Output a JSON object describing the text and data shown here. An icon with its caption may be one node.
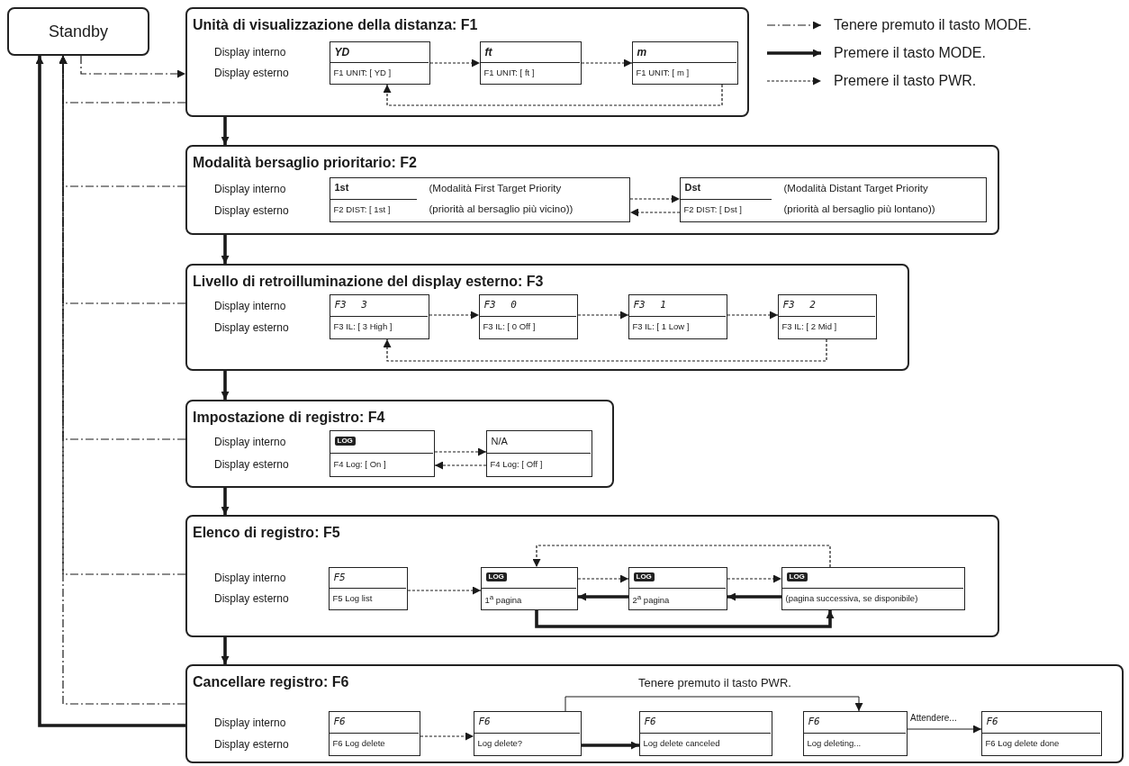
{
  "diagram": {
    "nodes": [
      {
        "text": [
          "Standby"
        ]
      },
      {
        "text": [
          "Unità di visualizzazione della distanza: F1",
          "Display interno",
          "Display esterno"
        ]
      },
      {
        "text": [
          "YD",
          "F1 UNIT: [ YD ]"
        ],
        "in": 1
      },
      {
        "text": [
          "ft",
          "F1 UNIT: [ ft ]"
        ],
        "in": 1
      },
      {
        "text": [
          "m",
          "F1 UNIT: [ m ]"
        ],
        "in": 1
      },
      {
        "text": [
          "Modalità bersaglio prioritario: F2",
          "Display interno",
          "Display esterno"
        ]
      },
      {
        "text": [
          "1st",
          "F2 DIST: [ 1st ]",
          "(Modalità First Target Priority",
          "(priorità al bersaglio più vicino))"
        ],
        "in": 5
      },
      {
        "text": [
          "Dst",
          "F2 DIST: [ Dst ]",
          "(Modalità Distant Target Priority",
          "(priorità al bersaglio più lontano))"
        ],
        "in": 5
      },
      {
        "text": [
          "Livello di retroilluminazione del display esterno: F3",
          "Display interno",
          "Display esterno"
        ]
      },
      {
        "text": [
          "F3 3",
          "F3 IL: [ 3 High ]"
        ],
        "in": 8
      },
      {
        "text": [
          "F3 0",
          "F3 IL: [ 0 Off ]"
        ],
        "in": 8
      },
      {
        "text": [
          "F3 1",
          "F3 IL: [ 1 Low ]"
        ],
        "in": 8
      },
      {
        "text": [
          "F3 2",
          "F3 IL: [ 2 Mid ]"
        ],
        "in": 8
      },
      {
        "text": [
          "Impostazione di registro: F4",
          "Display interno",
          "Display esterno"
        ]
      },
      {
        "text": [
          "LOG",
          "F4 Log: [ On ]"
        ],
        "in": 13
      },
      {
        "text": [
          "N/A",
          "F4 Log: [ Off ]"
        ],
        "in": 13
      },
      {
        "text": [
          "Elenco di registro: F5",
          "Display interno",
          "Display esterno"
        ]
      },
      {
        "text": [
          "F5",
          "F5 Log list"
        ],
        "in": 16
      },
      {
        "text": [
          "LOG",
          "1$^{a}$ pagina"
        ],
        "in": 16
      },
      {
        "text": [
          "LOG",
          "2$^{a}$ pagina"
        ],
        "in": 16
      },
      {
        "text": [
          "LOG",
          "(pagina successiva, se disponibile)"
        ],
        "in": 16
      },
      {
        "text": [
          "Cancellare registro: F6",
          "Display interno",
          "Display esterno"
        ]
      },
      {
        "text": [
          "F6",
          "F6 Log delete"
        ],
        "in": 21
      },
      {
        "text": [
          "F6",
          "Log delete?"
        ],
        "in": 21
      },
      {
        "text": [
          "F6",
          "Log delete canceled"
        ],
        "in": 21
      },
      {
        "text": [
          "F6",
          "Log deleting..."
        ],
        "in": 21
      },
      {
        "text": [
          "F6",
          "F6 Log delete done"
        ],
        "in": 21
      }
    ],
    "edges": [
      {
        "from": 0,
        "to": 1,
        "arrow": "to",
        "style": "dashed"
      },
      {
        "from": 1,
        "to": 0,
        "arrow": "to",
        "style": "dashed"
      },
      {
        "from": 1,
        "to": 5,
        "arrow": "to",
        "style": "thick"
      },
      {
        "from": 2,
        "to": 3,
        "arrow": "to",
        "style": "dashed"
      },
      {
        "from": 3,
        "to": 4,
        "arrow": "to",
        "style": "dashed"
      },
      {
        "from": 4,
        "to": 2,
        "arrow": "to",
        "style": "dashed"
      },
      {
        "from": 5,
        "to": 0,
        "arrow": "to",
        "style": "dashed"
      },
      {
        "from": 5,
        "to": 8,
        "arrow": "to",
        "style": "thick"
      },
      {
        "from": 6,
        "to": 7,
        "arrow": "to",
        "style": "dashed"
      },
      {
        "from": 7,
        "to": 6,
        "arrow": "to",
        "style": "dashed"
      },
      {
        "from": 8,
        "to": 0,
        "arrow": "to",
        "style": "dashed"
      },
      {
        "from": 8,
        "to": 13,
        "arrow": "to",
        "style": "thick"
      },
      {
        "from": 9,
        "to": 10,
        "arrow": "to",
        "style": "dashed"
      },
      {
        "from": 10,
        "to": 11,
        "arrow": "to",
        "style": "dashed"
      },
      {
        "from": 11,
        "to": 12,
        "arrow": "to",
        "style": "dashed"
      },
      {
        "from": 12,
        "to": 9,
        "arrow": "to",
        "style": "dashed"
      },
      {
        "from": 13,
        "to": 0,
        "arrow": "to",
        "style": "dashed"
      },
      {
        "from": 13,
        "to": 16,
        "arrow": "to",
        "style": "thick"
      },
      {
        "from": 14,
        "to": 15,
        "arrow": "to",
        "style": "dashed"
      },
      {
        "from": 15,
        "to": 14,
        "arrow": "to",
        "style": "dashed"
      },
      {
        "from": 16,
        "to": 0,
        "arrow": "to",
        "style": "dashed"
      },
      {
        "from": 16,
        "to": 21,
        "arrow": "to",
        "style": "thick"
      },
      {
        "from": 17,
        "to": 18,
        "arrow": "to",
        "style": "dashed"
      },
      {
        "from": 18,
        "to": 19,
        "arrow": "to",
        "style": "dashed"
      },
      {
        "from": 19,
        "to": 20,
        "arrow": "to",
        "style": "dashed"
      },
      {
        "from": 20,
        "to": 18,
        "arrow": "to",
        "style": "dashed"
      },
      {
        "from": 19,
        "to": 18,
        "arrow": "to",
        "style": "thick"
      },
      {
        "from": 20,
        "to": 19,
        "arrow": "to",
        "style": "thick"
      },
      {
        "from": 18,
        "to": 20,
        "arrow": "to",
        "style": "thick"
      },
      {
        "from": 21,
        "to": 0,
        "arrow": "to",
        "style": "dashed"
      },
      {
        "from": 21,
        "to": 0,
        "arrow": "to",
        "style": "thick"
      },
      {
        "from": 22,
        "to": 23,
        "arrow": "to",
        "style": "dashed"
      },
      {
        "from": 23,
        "to": 24,
        "arrow": "to",
        "style": "thick"
      },
      {
        "from": 23,
        "to": 25,
        "arrow": "to",
        "label": "Tenere premuto il tasto PWR."
      },
      {
        "from": 25,
        "to": 26,
        "arrow": "to",
        "label": "Attendere..."
      }
    ],
    "legend": [
      {
        "text": "Tenere premuto il tasto MODE."
      },
      {
        "text": "Premere il tasto MODE."
      },
      {
        "text": "Premere il tasto PWR."
      }
    ]
  }
}
